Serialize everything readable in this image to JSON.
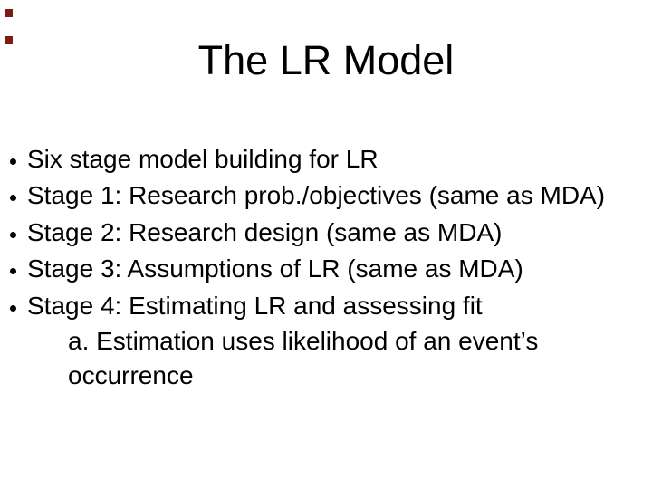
{
  "slide": {
    "background_color": "#ffffff",
    "text_color": "#000000",
    "decor_square_color": "#7c1a14",
    "bullet_marker": "•",
    "title": "The LR Model",
    "bullets": [
      "Six stage model building for LR",
      "Stage 1: Research prob./objectives (same as MDA)",
      "Stage 2: Research design (same as MDA)",
      "Stage 3: Assumptions of LR (same as MDA)",
      "Stage 4: Estimating LR and assessing fit"
    ],
    "sub_item_lines": [
      "a. Estimation uses likelihood of an event’s",
      "occurrence"
    ]
  }
}
